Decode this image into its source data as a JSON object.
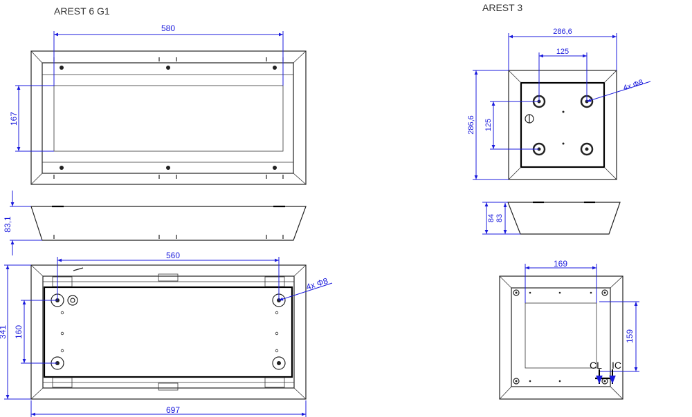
{
  "titles": {
    "left": "AREST 6 G1",
    "right": "AREST 3"
  },
  "dimensions": {
    "arest6_top_width": "580",
    "arest6_top_height": "167",
    "arest6_side_height": "83,1",
    "arest6_bottom_inner_width": "560",
    "arest6_bottom_total_width": "697",
    "arest6_bottom_total_height": "341",
    "arest6_bottom_hole_spacing": "160",
    "arest6_holes": "4x Φ8",
    "arest3_top_width": "286,6",
    "arest3_top_hole_spacing_h": "125",
    "arest3_top_height": "286,6",
    "arest3_top_hole_spacing_v": "125",
    "arest3_holes": "4x Φ8",
    "arest3_side_h1": "84",
    "arest3_side_h2": "83",
    "arest3_bottom_width": "169",
    "arest3_bottom_height": "159",
    "arest3_cl": "CL",
    "arest3_ic": "IC"
  },
  "colors": {
    "dimension": "#1a1adc",
    "outline": "#222222"
  }
}
